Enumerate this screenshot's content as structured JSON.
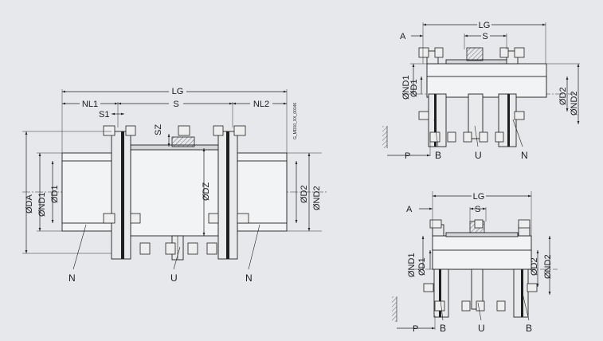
{
  "drawing_code": "G_MD10_XX_00146",
  "main_view": {
    "dims": {
      "lg": "LG",
      "nl1": "NL1",
      "s": "S",
      "nl2": "NL2",
      "s1": "S1",
      "sz": "SZ",
      "da": "ØDA",
      "nd1": "ØND1",
      "d1": "ØD1",
      "dz": "ØDZ",
      "d2": "ØD2",
      "nd2": "ØND2"
    },
    "parts": {
      "n_left": "N",
      "u": "U",
      "n_right": "N"
    }
  },
  "view_top_right": {
    "dims": {
      "lg": "LG",
      "a": "A",
      "s": "S",
      "nd1": "ØND1",
      "d1": "ØD1",
      "d2": "ØD2",
      "nd2": "ØND2",
      "p": "P"
    },
    "parts": {
      "b": "B",
      "u": "U",
      "n": "N"
    }
  },
  "view_bottom_right": {
    "dims": {
      "lg": "LG",
      "a": "A",
      "s": "S",
      "nd1": "ØND1",
      "d1": "ØD1",
      "d2": "ØD2",
      "nd2": "ØND2",
      "p": "P"
    },
    "parts": {
      "b_left": "B",
      "u": "U",
      "b_right": "B"
    }
  }
}
